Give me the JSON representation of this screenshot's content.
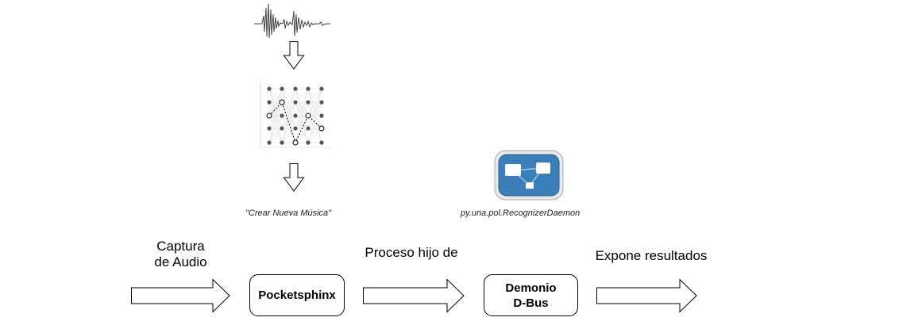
{
  "top_pipeline": {
    "waveform_icon": "audio-waveform",
    "lattice_icon": "hmm-lattice-graph",
    "result_text": "\"Crear Nueva Música\""
  },
  "dbus": {
    "icon": "dbus-logo",
    "object_path": "py.una.pol.RecognizerDaemon"
  },
  "flow": {
    "step1_label_line1": "Captura",
    "step1_label_line2": "de Audio",
    "node1": "Pocketsphinx",
    "step2_label": "Proceso hijo de",
    "node2_line1": "Demonio",
    "node2_line2": "D-Bus",
    "step3_label": "Expone resultados"
  }
}
